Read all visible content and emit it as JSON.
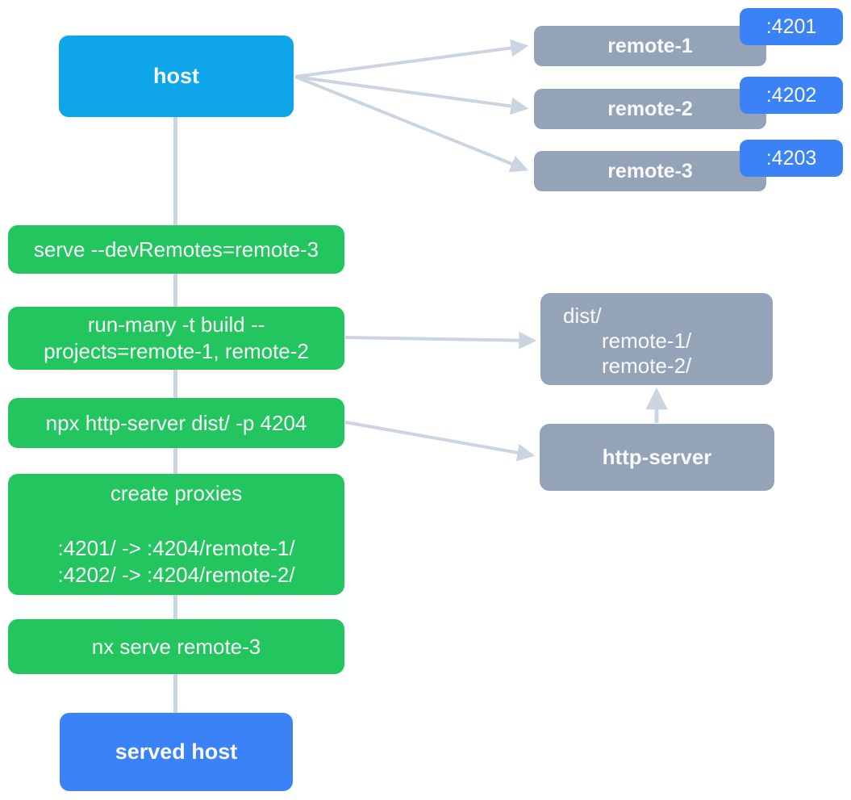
{
  "colors": {
    "host_bg": "#0ea5e9",
    "remote_bg": "#94a3b8",
    "badge_bg": "#3b82f6",
    "step_bg": "#22c55e",
    "served_bg": "#3b82f6",
    "edge": "#cbd5e1",
    "text": "#f8fafc"
  },
  "nodes": {
    "host": {
      "label": "host"
    },
    "served_host": {
      "label": "served host"
    },
    "http_server": {
      "label": "http-server"
    },
    "dist": {
      "line1": "dist/",
      "line2": "remote-1/",
      "line3": "remote-2/"
    }
  },
  "remotes": [
    {
      "label": "remote-1",
      "port": ":4201"
    },
    {
      "label": "remote-2",
      "port": ":4202"
    },
    {
      "label": "remote-3",
      "port": ":4203"
    }
  ],
  "steps": [
    {
      "line1": "serve --devRemotes=remote-3"
    },
    {
      "line1": "run-many -t build --",
      "line2": "projects=remote-1, remote-2"
    },
    {
      "line1": "npx http-server dist/ -p 4204"
    },
    {
      "line1": "create proxies",
      "line2": ":4201/ -> :4204/remote-1/",
      "line3": ":4202/ -> :4204/remote-2/"
    },
    {
      "line1": "nx serve remote-3"
    }
  ]
}
